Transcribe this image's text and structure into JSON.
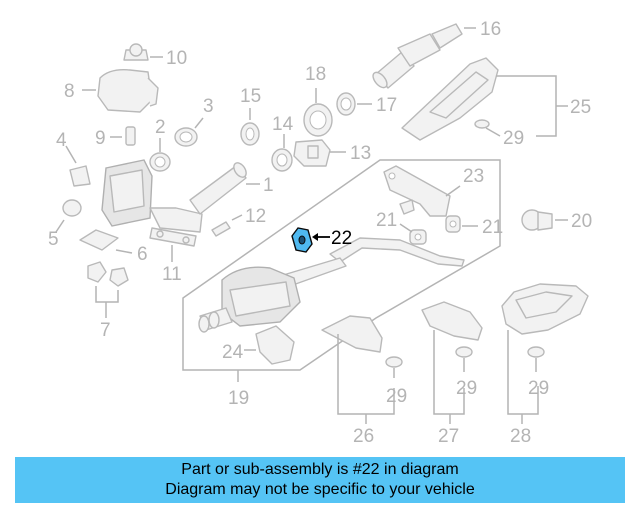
{
  "highlight": {
    "color": "#4fb9f0",
    "label_color": "#000000"
  },
  "footer": {
    "background": "#55c4f5",
    "line1": "Part or sub-assembly is #22 in diagram",
    "line2": "Diagram may not be specific to your vehicle"
  },
  "labels": {
    "p2": "2",
    "p3": "3",
    "p4": "4",
    "p5": "5",
    "p6": "6",
    "p7": "7",
    "p8": "8",
    "p9": "9",
    "p10": "10",
    "p11": "11",
    "p12": "12",
    "p13": "13",
    "p14": "14",
    "p15": "15",
    "p16": "16",
    "p17": "17",
    "p18": "18",
    "p19": "19",
    "p1": "1",
    "p20": "20",
    "p21a": "21",
    "p21b": "21",
    "p22": "22",
    "p23": "23",
    "p24": "24",
    "p25": "25",
    "p26": "26",
    "p27": "27",
    "p28": "28",
    "p29a": "29",
    "p29b": "29",
    "p29c": "29",
    "p29d": "29"
  }
}
